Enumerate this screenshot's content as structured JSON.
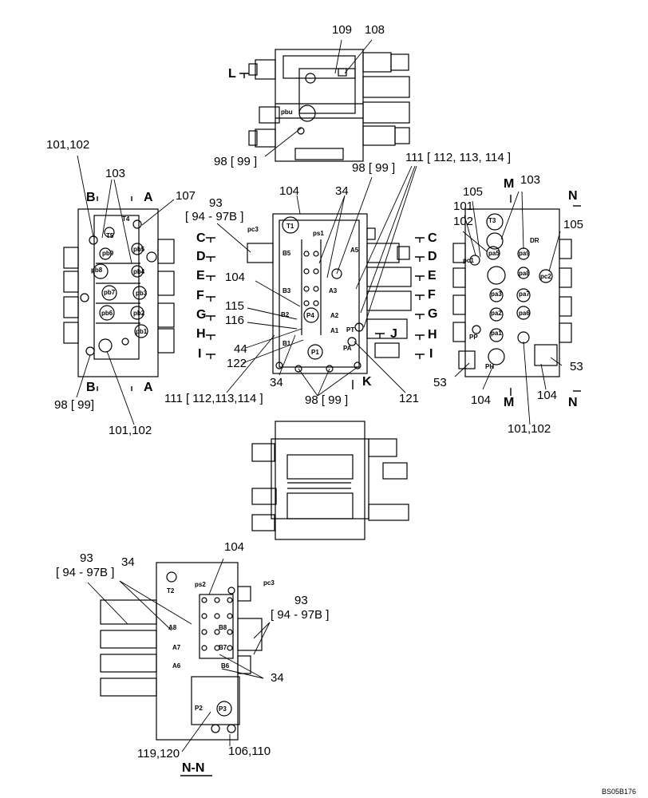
{
  "callouts": {
    "c109": "109",
    "c108": "108",
    "c98_top": "98 [ 99 ]",
    "c101_102_tl": "101,102",
    "c103_l": "103",
    "c107": "107",
    "c93_l": "93",
    "c94_97b_l": "[ 94 - 97B ]",
    "c104_top": "104",
    "c34_top": "34",
    "c98_mid": "98 [ 99 ]",
    "c111_top": "111 [ 112, 113, 114 ]",
    "c104_mid": "104",
    "c115": "115",
    "c116": "116",
    "c44": "44",
    "c122": "122",
    "c34_mid": "34",
    "c111_bot": "111 [ 112,113,114 ]",
    "c98_bot": "98 [ 99 ]",
    "c121": "121",
    "c98_left": "98 [ 99]",
    "c101_102_bl": "101,102",
    "c101_r": "101",
    "c102_r": "102",
    "c105_a": "105",
    "c103_r": "103",
    "c105_b": "105",
    "c53_l": "53",
    "c104_r1": "104",
    "c104_r2": "104",
    "c53_r": "53",
    "c101_102_br": "101,102",
    "c93_b": "93",
    "c94_97b_b": "[ 94 - 97B ]",
    "c34_b": "34",
    "c104_b": "104",
    "c93_br": "93",
    "c94_97b_br": "[ 94 - 97B ]",
    "c34_br": "34",
    "c119_120": "119,120",
    "c106_110": "106,110"
  },
  "sections": {
    "L": "L",
    "B_l": "B",
    "A_l": "A",
    "B_l2": "B",
    "A_l2": "A",
    "C_l": "C",
    "D_l": "D",
    "E_l": "E",
    "F_l": "F",
    "G_l": "G",
    "H_l": "H",
    "I_l": "I",
    "C_r": "C",
    "D_r": "D",
    "E_r": "E",
    "F_r": "F",
    "G_r": "G",
    "H_r": "H",
    "I_r": "I",
    "J": "J",
    "K": "K",
    "M_t": "M",
    "N_t": "N",
    "M_b": "M",
    "N_b": "N",
    "NN": "N-N"
  },
  "ports": {
    "pbu": "pbu",
    "T5": "T5",
    "T4": "T4",
    "pb9": "pb9",
    "pb5": "pb5",
    "pb8": "pb8",
    "pb4": "pb4",
    "pb7": "pb7",
    "pb3": "pb3",
    "pb6": "pb6",
    "pb2": "pb2",
    "pb1": "pb1",
    "T1": "T1",
    "ps1": "ps1",
    "pc3_m": "pc3",
    "B5": "B5",
    "A5": "A5",
    "B3": "B3",
    "A3": "A3",
    "B2": "B2",
    "P4": "P4",
    "A2": "A2",
    "A1": "A1",
    "PT": "PT",
    "B1": "B1",
    "P1": "P1",
    "PA": "PA",
    "T3": "T3",
    "DR": "DR",
    "pc1": "pc1",
    "pa5": "pa5",
    "pa9": "pa9",
    "pa8": "pa8",
    "pc2": "pc2",
    "pa3": "pa3",
    "pa7": "pa7",
    "pa2": "pa2",
    "pa6": "pa6",
    "pa1": "pa1",
    "PP": "PP",
    "PH": "PH",
    "T2": "T2",
    "ps2": "ps2",
    "pc3_b": "pc3",
    "A8": "A8",
    "B8": "B8",
    "A7": "A7",
    "B7": "B7",
    "A6": "A6",
    "B6": "B6",
    "P2": "P2",
    "P3": "P3"
  },
  "drawing_code": "BS05B176"
}
